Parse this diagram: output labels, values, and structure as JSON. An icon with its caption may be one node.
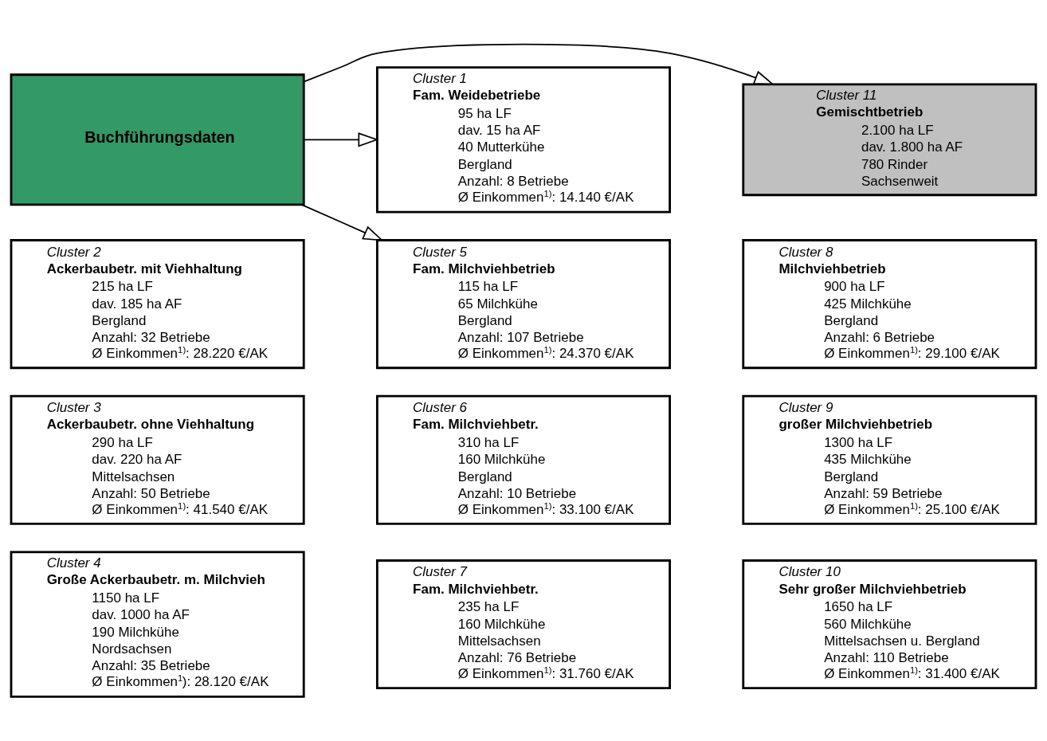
{
  "diagram": {
    "nodes": [
      {
        "text": [
          "Cluster 1",
          "Fam. Weidebetriebe",
          "95 ha LF",
          "dav. 15 ha AF",
          "40 Mutterkühe",
          "Bergland",
          "Anzahl: 8 Betriebe",
          "Ø Einkommen$^{1)}$: 14.140 €/AK"
        ]
      },
      {
        "text": [
          "Buchführungsdaten"
        ]
      },
      {
        "text": [
          "Cluster 11",
          "Gemischtbetrieb",
          "2.100 ha LF",
          "dav. 1.800 ha AF",
          "780 Rinder",
          "Sachsenweit"
        ]
      },
      {
        "text": [
          "Cluster 2",
          "Ackerbaubetr. mit Viehhaltung",
          "215 ha LF",
          "dav. 185 ha AF",
          "Bergland",
          "Anzahl: 32 Betriebe",
          "Ø Einkommen$^{1)}$: 28.220 €/AK"
        ]
      },
      {
        "text": [
          "Cluster 5",
          "Fam. Milchviehbetrieb",
          "115 ha LF",
          "65 Milchkühe",
          "Bergland",
          "Anzahl: 107 Betriebe",
          "Ø Einkommen$^{1)}$: 24.370 €/AK"
        ]
      },
      {
        "text": [
          "Cluster 8",
          "Milchviehbetrieb",
          "900 ha LF",
          "425 Milchkühe",
          "Bergland",
          "Anzahl: 6 Betriebe",
          "Ø Einkommen$^{1)}$: 29.100 €/AK"
        ]
      },
      {
        "text": [
          "Cluster 3",
          "Ackerbaubetr. ohne Viehhaltung",
          "290 ha LF",
          "dav. 220 ha AF",
          "Mittelsachsen",
          "Anzahl: 50 Betriebe",
          "Ø Einkommen$^{1)}$: 41.540 €/AK"
        ]
      },
      {
        "text": [
          "Cluster 6",
          "Fam. Milchviehbetr.",
          "310 ha LF",
          "160 Milchkühe",
          "Bergland",
          "Anzahl: 10 Betriebe",
          "Ø Einkommen$^{1)}$: 33.100 €/AK"
        ]
      },
      {
        "text": [
          "Cluster 9",
          "großer Milchviehbetrieb",
          "1300 ha LF",
          "435 Milchkühe",
          "Bergland",
          "Anzahl: 59 Betriebe",
          "Ø Einkommen$^{1)}$: 25.100 €/AK"
        ]
      },
      {
        "text": [
          "Cluster 4",
          "Große Ackerbaubetr. m. Milchvieh",
          "1150 ha LF",
          "dav. 1000 ha AF",
          "190 Milchkühe",
          "Nordsachsen",
          "Anzahl: 35 Betriebe",
          "Ø Einkommen$^{1}$): 28.120 €/AK"
        ]
      },
      {
        "text": [
          "Cluster 7",
          "Fam. Milchviehbetr.",
          "235 ha LF",
          "160 Milchkühe",
          "Mittelsachsen",
          "Anzahl: 76 Betriebe",
          "Ø Einkommen$^{1)}$: 31.760 €/AK"
        ]
      },
      {
        "text": [
          "Cluster 10",
          "Sehr großer Milchviehbetrieb",
          "1650 ha LF",
          "560 Milchkühe",
          "Mittelsachsen u. Bergland",
          "Anzahl: 110 Betriebe",
          "Ø Einkommen$^{1)}$: 31.400 €/AK"
        ]
      }
    ],
    "edges": [
      {
        "from": 1,
        "to": 0,
        "arrow": "to"
      },
      {
        "from": 1,
        "to": 4,
        "arrow": "to"
      },
      {
        "from": 1,
        "to": 2,
        "arrow": "to"
      }
    ]
  }
}
